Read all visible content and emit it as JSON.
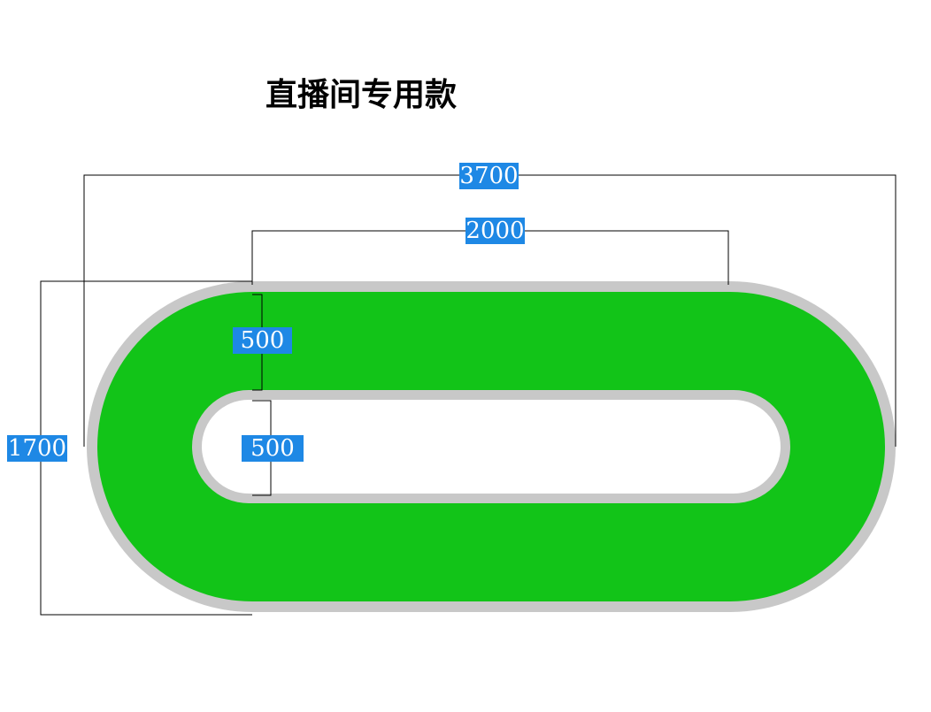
{
  "title": "直播间专用款",
  "colors": {
    "track_fill": "#12c418",
    "track_border": "#c8c8c8",
    "dimension_line": "#000000",
    "label_background": "#1e88e5",
    "label_text": "#ffffff"
  },
  "dimensions": {
    "overall_length": "3700",
    "straight_length": "2000",
    "overall_width": "1700",
    "track_width": "500",
    "inner_width": "500"
  }
}
